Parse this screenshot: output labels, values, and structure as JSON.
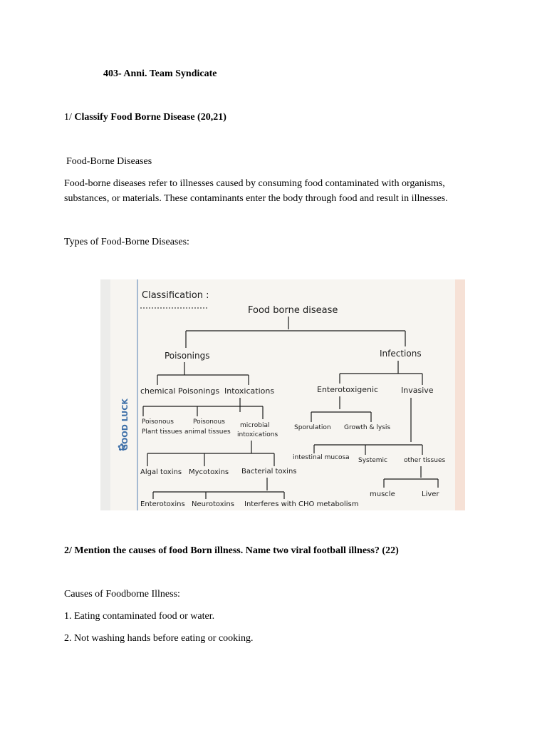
{
  "header": {
    "title": "403- Anni. Team Syndicate"
  },
  "q1": {
    "number": "1/",
    "title": "Classify Food Borne Disease (20,21)",
    "subheading": "Food-Borne Diseases",
    "paragraph": "Food-borne diseases refer to illnesses caused by consuming food contaminated with organisms, substances, or materials. These contaminants enter the body through food and result in illnesses.",
    "types_heading": "Types of Food-Borne Diseases:"
  },
  "q2": {
    "title": "2/ Mention the causes of food Born illness. Name two viral football illness? (22)",
    "causes_heading": "Causes of Foodborne Illness:",
    "causes": [
      "1. Eating contaminated food or water.",
      "2. Not washing hands before eating or cooking."
    ]
  }
}
